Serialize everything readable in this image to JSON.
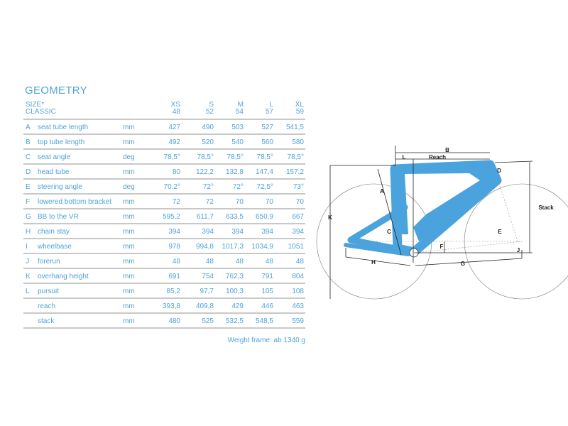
{
  "title": "GEOMETRY",
  "size_header": {
    "line1": "SIZE*",
    "line2": "CLASSIC"
  },
  "sizes": [
    {
      "name": "XS",
      "num": "48"
    },
    {
      "name": "S",
      "num": "52"
    },
    {
      "name": "M",
      "num": "54"
    },
    {
      "name": "L",
      "num": "57"
    },
    {
      "name": "XL",
      "num": "59"
    }
  ],
  "rows": [
    {
      "letter": "A",
      "label": "seat tube length",
      "unit": "mm",
      "values": [
        "427",
        "490",
        "503",
        "527",
        "541,5"
      ]
    },
    {
      "letter": "B",
      "label": "top tube length",
      "unit": "mm",
      "values": [
        "492",
        "520",
        "540",
        "560",
        "580"
      ]
    },
    {
      "letter": "C",
      "label": "seat angle",
      "unit": "deg",
      "values": [
        "78,5°",
        "78,5°",
        "78,5°",
        "78,5°",
        "78,5°"
      ]
    },
    {
      "letter": "D",
      "label": "head tube",
      "unit": "mm",
      "values": [
        "80",
        "122,2",
        "132,8",
        "147,4",
        "157,2"
      ]
    },
    {
      "letter": "E",
      "label": "steering angle",
      "unit": "deg",
      "values": [
        "70,2°",
        "72°",
        "72°",
        "72,5°",
        "73°"
      ]
    },
    {
      "letter": "F",
      "label": "lowered bottom bracket",
      "unit": "mm",
      "values": [
        "72",
        "72",
        "70",
        "70",
        "70"
      ]
    },
    {
      "letter": "G",
      "label": "BB to the VR",
      "unit": "mm",
      "values": [
        "595,2",
        "611,7",
        "633,5",
        "650,9",
        "667"
      ]
    },
    {
      "letter": "H",
      "label": "chain stay",
      "unit": "mm",
      "values": [
        "394",
        "394",
        "394",
        "394",
        "394"
      ]
    },
    {
      "letter": "I",
      "label": "wheelbase",
      "unit": "mm",
      "values": [
        "978",
        "994,8",
        "1017,3",
        "1034,9",
        "1051"
      ]
    },
    {
      "letter": "J",
      "label": "forerun",
      "unit": "mm",
      "values": [
        "48",
        "48",
        "48",
        "48",
        "48"
      ]
    },
    {
      "letter": "K",
      "label": "overhang height",
      "unit": "mm",
      "values": [
        "691",
        "754",
        "762,3",
        "791",
        "804"
      ]
    },
    {
      "letter": "L",
      "label": "pursuit",
      "unit": "mm",
      "values": [
        "85,2",
        "97,7",
        "100,3",
        "105",
        "108"
      ]
    },
    {
      "letter": "",
      "label": "reach",
      "unit": "mm",
      "values": [
        "393,8",
        "409,8",
        "429",
        "446",
        "463"
      ]
    },
    {
      "letter": "",
      "label": "stack",
      "unit": "mm",
      "values": [
        "480",
        "525",
        "532,5",
        "548,5",
        "559"
      ]
    }
  ],
  "weight": "Weight frame: ab 1340 g",
  "diagram": {
    "frame_color": "#4aa3dc",
    "labels": {
      "A": "A",
      "B": "B",
      "C": "C",
      "D": "D",
      "E": "E",
      "F": "F",
      "G": "G",
      "H": "H",
      "J": "J",
      "K": "K",
      "L": "L",
      "reach": "Reach",
      "stack": "Stack"
    }
  }
}
